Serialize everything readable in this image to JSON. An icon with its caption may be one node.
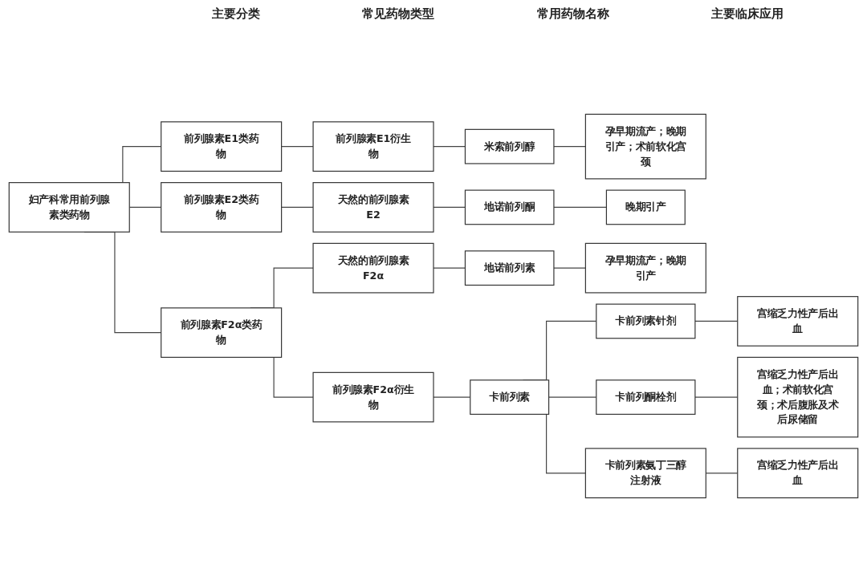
{
  "diagram": {
    "nodes": [
      {
        "text": [
          "妇产科常用前列腺素类药物"
        ]
      },
      {
        "text": [
          "前列腺素E1类药物"
        ]
      },
      {
        "text": [
          "前列腺素E2类药物"
        ]
      },
      {
        "text": [
          "前列腺素F2α类药物"
        ]
      },
      {
        "text": [
          "前列腺素E1衍生物"
        ]
      },
      {
        "text": [
          "天然的前列腺素E2"
        ]
      },
      {
        "text": [
          "天然的前列腺素F2α"
        ]
      },
      {
        "text": [
          "前列腺素F2α衍生物"
        ]
      },
      {
        "text": [
          "米索前列醇"
        ]
      },
      {
        "text": [
          "地诺前列酮"
        ]
      },
      {
        "text": [
          "地诺前列素"
        ]
      },
      {
        "text": [
          "卡前列素"
        ]
      },
      {
        "text": [
          "卡前列素针剂"
        ]
      },
      {
        "text": [
          "卡前列酮栓剂"
        ]
      },
      {
        "text": [
          "卡前列素氨丁三醇注射液"
        ]
      },
      {
        "text": [
          "孕早期流产；晚期引产；术前软化宫颈"
        ]
      },
      {
        "text": [
          "晚期引产"
        ]
      },
      {
        "text": [
          "孕早期流产；晚期引产"
        ]
      },
      {
        "text": [
          "宫缩乏力性产后出血"
        ]
      },
      {
        "text": [
          "宫缩乏力性产后出血；术前软化宫颈；术后腹胀及术后尿储留"
        ]
      },
      {
        "text": [
          "宫缩乏力性产后出血"
        ]
      }
    ],
    "edges": [
      {
        "from": 0,
        "to": 1,
        "arrow": "none"
      },
      {
        "from": 0,
        "to": 2,
        "arrow": "none"
      },
      {
        "from": 0,
        "to": 3,
        "arrow": "none"
      },
      {
        "from": 1,
        "to": 4,
        "arrow": "none"
      },
      {
        "from": 2,
        "to": 5,
        "arrow": "none"
      },
      {
        "from": 3,
        "to": 6,
        "arrow": "none"
      },
      {
        "from": 3,
        "to": 7,
        "arrow": "none"
      },
      {
        "from": 4,
        "to": 8,
        "arrow": "none"
      },
      {
        "from": 5,
        "to": 9,
        "arrow": "none"
      },
      {
        "from": 6,
        "to": 10,
        "arrow": "none"
      },
      {
        "from": 7,
        "to": 11,
        "arrow": "none"
      },
      {
        "from": 11,
        "to": 12,
        "arrow": "none"
      },
      {
        "from": 11,
        "to": 13,
        "arrow": "none"
      },
      {
        "from": 11,
        "to": 14,
        "arrow": "none"
      },
      {
        "from": 8,
        "to": 15,
        "arrow": "none"
      },
      {
        "from": 9,
        "to": 16,
        "arrow": "none"
      },
      {
        "from": 10,
        "to": 17,
        "arrow": "none"
      },
      {
        "from": 12,
        "to": 18,
        "arrow": "none"
      },
      {
        "from": 13,
        "to": 19,
        "arrow": "none"
      },
      {
        "from": 14,
        "to": 20,
        "arrow": "none"
      }
    ],
    "labels": [
      "主要分类",
      "常见药物类型",
      "常用药物名称",
      "主要临床应用"
    ]
  }
}
